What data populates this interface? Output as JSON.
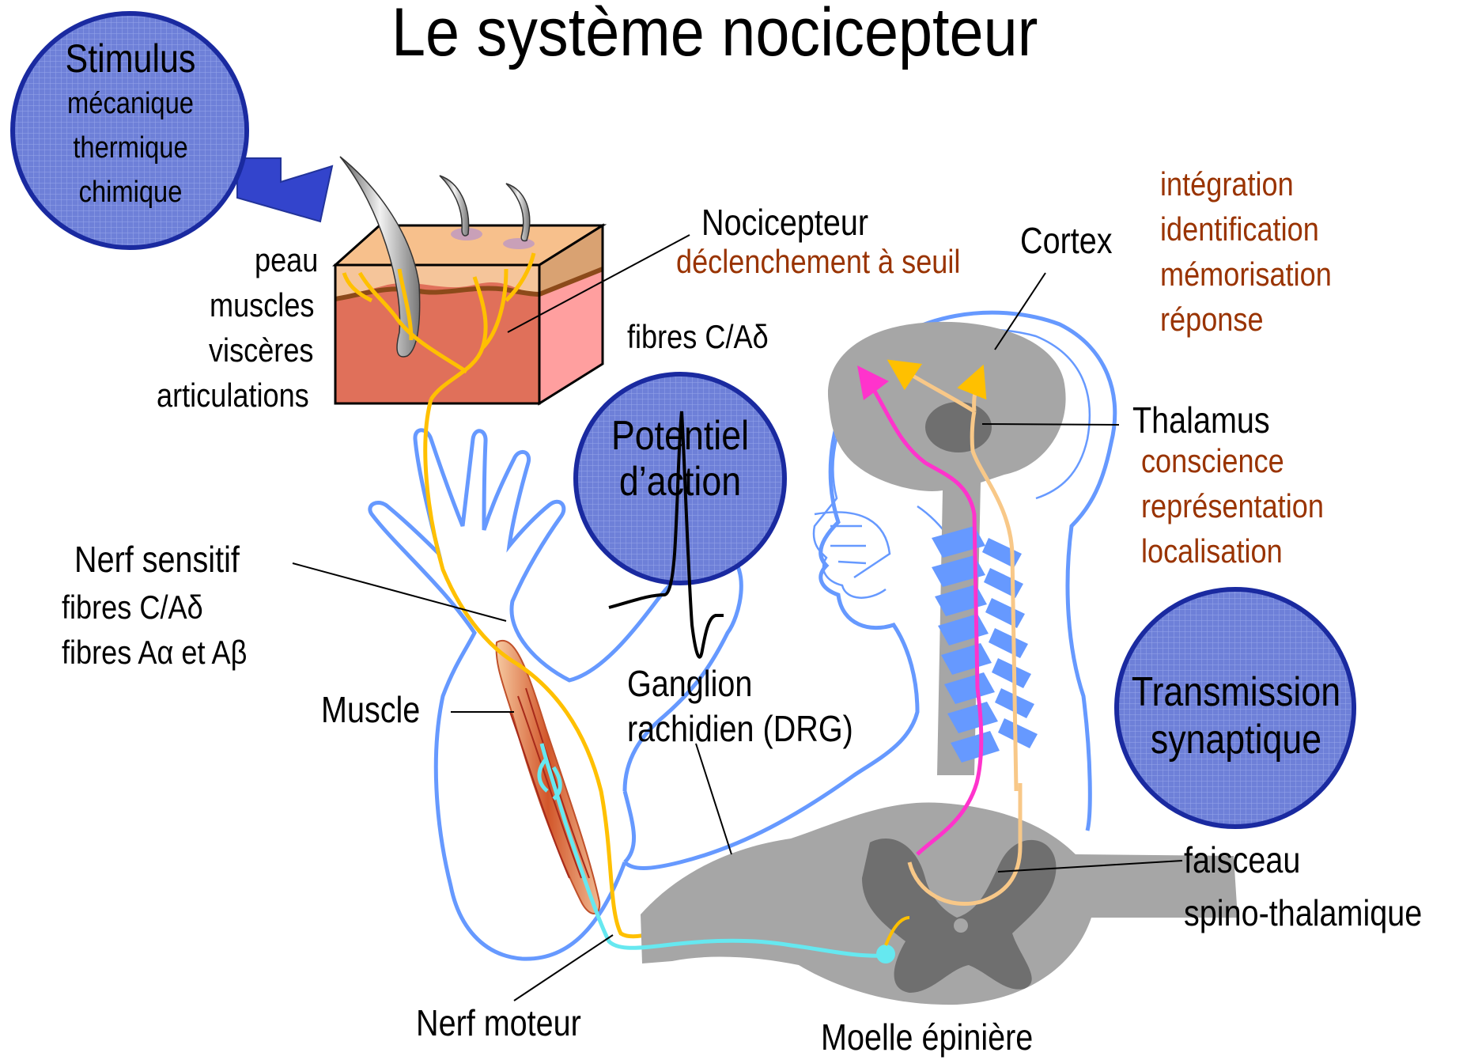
{
  "title": "Le système nocicepteur",
  "stimulus": {
    "head": "Stimulus",
    "types": [
      "mécanique",
      "thermique",
      "chimique"
    ]
  },
  "tissues": [
    "peau",
    "muscles",
    "viscères",
    "articulations"
  ],
  "nocicepteur": {
    "name": "Nocicepteur",
    "desc": "déclenchement à seuil"
  },
  "fibres_top": "fibres C/Aδ",
  "cortex": {
    "name": "Cortex",
    "functions": [
      "intégration",
      "identification",
      "mémorisation",
      "réponse"
    ]
  },
  "thalamus": {
    "name": "Thalamus",
    "functions": [
      "conscience",
      "représentation",
      "localisation"
    ]
  },
  "potentiel": [
    "Potentiel",
    "d’action"
  ],
  "nerf_sensitif": {
    "name": "Nerf sensitif",
    "fibres": [
      "fibres C/Aδ",
      "fibres Aα et Aβ"
    ]
  },
  "muscle": "Muscle",
  "ganglion": [
    "Ganglion",
    "rachidien (DRG)"
  ],
  "transmission": [
    "Transmission",
    "synaptique"
  ],
  "faisceau": [
    "faisceau",
    "spino-thalamique"
  ],
  "nerf_moteur": "Nerf moteur",
  "moelle": "Moelle épinière",
  "colors": {
    "bubble_fill": "#6d7fd6",
    "bubble_stroke": "#1a2aa0",
    "outline_blue": "#6699ff",
    "sensory_yellow": "#ffc000",
    "pain_pink": "#ff33cc",
    "motor_cyan": "#66e8f0",
    "tract_peach": "#f8c888",
    "brain_gray": "#a6a6a6",
    "annotation_brown": "#993300"
  }
}
